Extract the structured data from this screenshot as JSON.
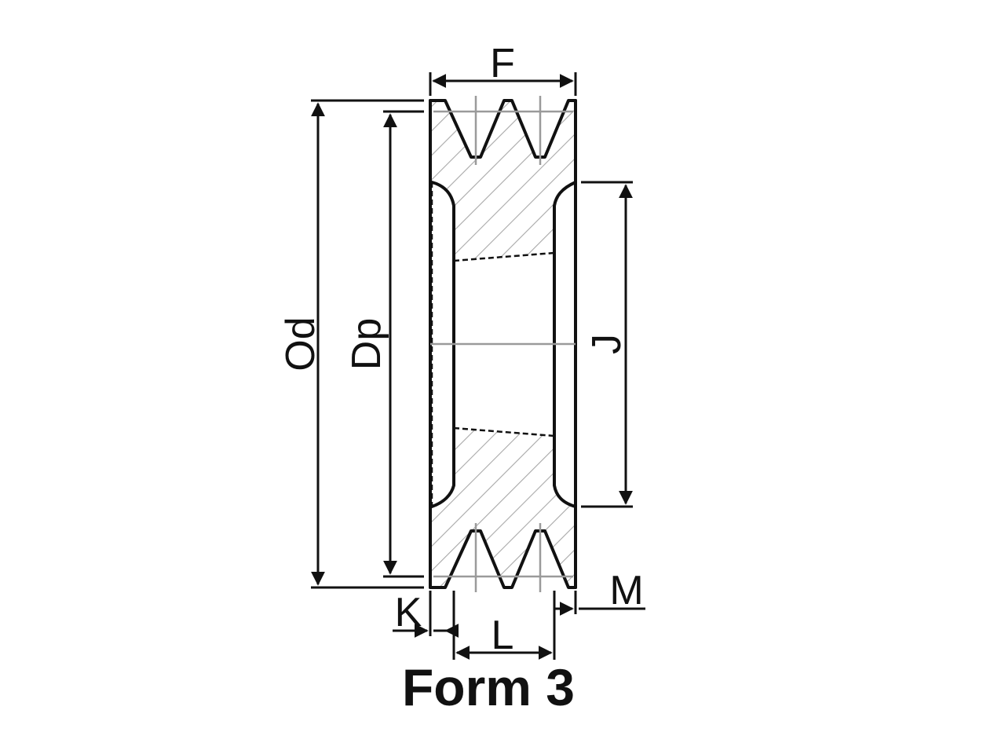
{
  "drawing": {
    "labels": {
      "face_width": "F",
      "outside_diameter": "Od",
      "pitch_diameter": "Dp",
      "hub_diameter": "J",
      "hub_length": "L",
      "offset_left": "K",
      "offset_right": "M"
    },
    "caption": "Form 3",
    "colors": {
      "line": "#111111",
      "hatch": "#a8a8a8",
      "centerline": "#9a9a9a",
      "background": "#ffffff"
    }
  }
}
